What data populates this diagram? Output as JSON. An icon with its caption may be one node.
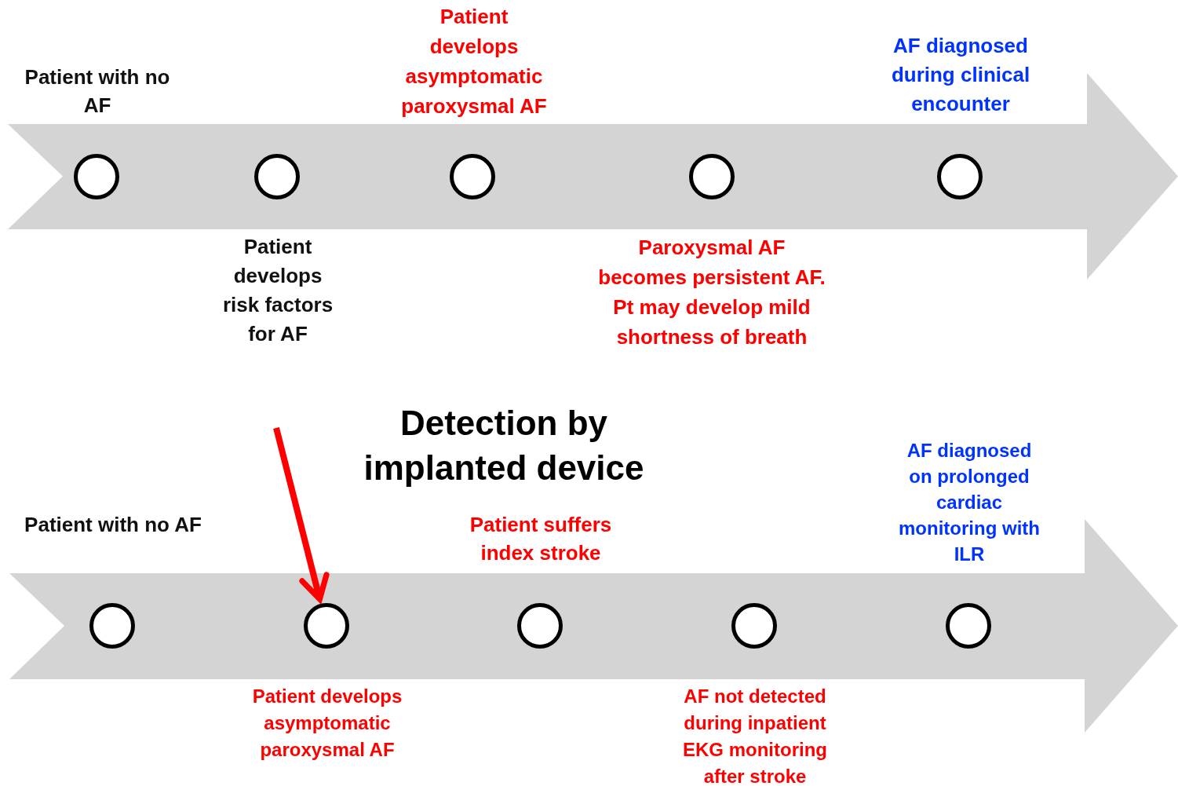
{
  "diagram": {
    "nodes": [
      {
        "text": [],
        "shape": "arrow"
      },
      {
        "text": [],
        "shape": "circle",
        "in": 0,
        "beside": [
          "Patient with no AF"
        ]
      },
      {
        "text": [],
        "shape": "circle",
        "in": 0,
        "beside": [
          "Patient develops risk factors for AF"
        ]
      },
      {
        "text": [],
        "shape": "circle",
        "in": 0,
        "beside": [
          "Patient develops asymptomatic paroxysmal AF"
        ]
      },
      {
        "text": [],
        "shape": "circle",
        "in": 0,
        "beside": [
          "Paroxysmal AF becomes persistent AF. Pt may develop mild shortness of breath"
        ]
      },
      {
        "text": [],
        "shape": "circle",
        "in": 0,
        "beside": [
          "AF diagnosed during clinical encounter"
        ]
      },
      {
        "text": [],
        "shape": "arrow"
      },
      {
        "text": [],
        "shape": "circle",
        "in": 6,
        "beside": [
          "Patient with no AF"
        ]
      },
      {
        "text": [],
        "shape": "circle",
        "in": 6,
        "beside": [
          "Patient develops asymptomatic paroxysmal AF"
        ]
      },
      {
        "text": [],
        "shape": "circle",
        "in": 6,
        "beside": [
          "Patient suffers index stroke"
        ]
      },
      {
        "text": [],
        "shape": "circle",
        "in": 6,
        "beside": [
          "AF not detected during inpatient EKG monitoring after stroke"
        ]
      },
      {
        "text": [],
        "shape": "circle",
        "in": 6,
        "beside": [
          "AF diagnosed on prolonged cardiac monitoring with ILR"
        ]
      }
    ],
    "edges": [
      {
        "from": null,
        "to": 8,
        "arrow": "to",
        "color": "#ff0000"
      }
    ],
    "labels": [
      "Detection by implanted device"
    ]
  }
}
